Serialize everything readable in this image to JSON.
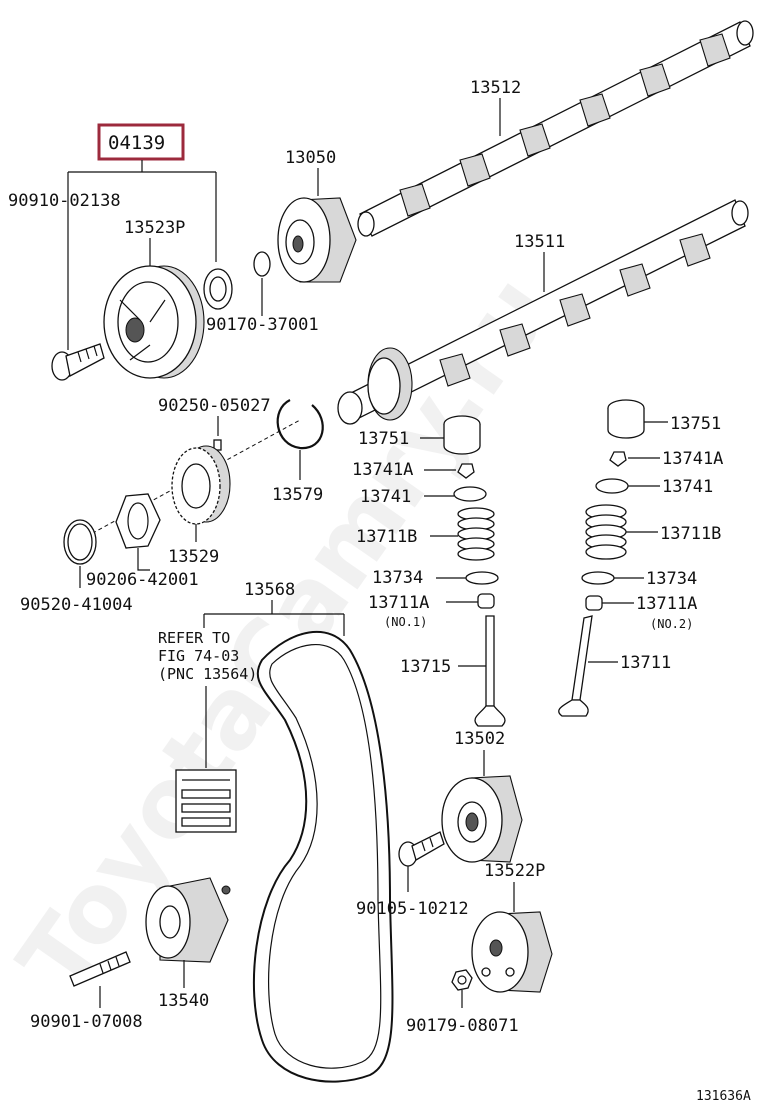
{
  "highlight_color": "#9c2a3c",
  "watermark": "ToyotaCamry.ru",
  "figure_code": "131636A",
  "highlighted_part": "04139",
  "parts": {
    "p90910_02138": "90910-02138",
    "p13523P": "13523P",
    "p90170_37001": "90170-37001",
    "p13050": "13050",
    "p13512": "13512",
    "p13511": "13511",
    "p90250_05027": "90250-05027",
    "p13579": "13579",
    "p13529": "13529",
    "p90206_42001": "90206-42001",
    "p90520_41004": "90520-41004",
    "p13568": "13568",
    "p13751_a": "13751",
    "p13741A_a": "13741A",
    "p13741_a": "13741",
    "p13711B_a": "13711B",
    "p13734_a": "13734",
    "p13711A_a": "13711A",
    "p13715": "13715",
    "p13751_b": "13751",
    "p13741A_b": "13741A",
    "p13741_b": "13741",
    "p13711B_b": "13711B",
    "p13734_b": "13734",
    "p13711A_b": "13711A",
    "p13711": "13711",
    "p13502": "13502",
    "p90105_10212": "90105-10212",
    "p13522P": "13522P",
    "p90179_08071": "90179-08071",
    "p13540": "13540",
    "p90901_07008": "90901-07008"
  },
  "notes": {
    "no1": "(NO.1)",
    "no2": "(NO.2)",
    "refer_line1": "REFER TO",
    "refer_line2": "FIG 74-03",
    "refer_line3": "(PNC 13564)"
  }
}
